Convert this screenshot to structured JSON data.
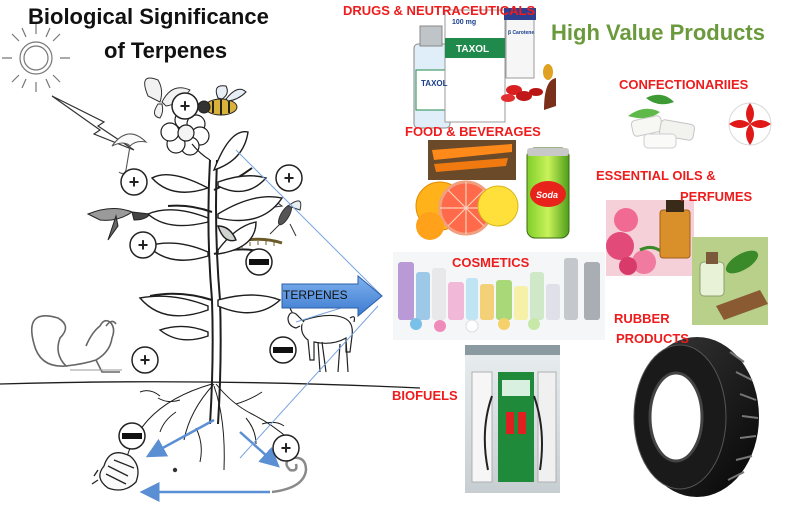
{
  "diagram": {
    "title_line1": "Biological Significance",
    "title_line2": "of Terpenes",
    "center_label": "TERPENES",
    "heading": "High Value Products",
    "products": {
      "drugs": "DRUGS & NEUTRACEUTICALS",
      "confectionaries": "CONFECTIONARIIES",
      "food": "FOOD & BEVERAGES",
      "essential_line1": "ESSENTIAL OILS &",
      "essential_line2": "PERFUMES",
      "cosmetics": "COSMETICS",
      "rubber_line1": "RUBBER",
      "rubber_line2": "PRODUCTS",
      "biofuels": "BIOFUELS"
    },
    "package_texts": {
      "taxol_a": "TAXOL",
      "taxol_b": "TAXOL",
      "dose": "100 mg",
      "carotene": "β Carotene",
      "soda": "Soda"
    },
    "interaction_signs": {
      "plus": "+",
      "minus": "−"
    },
    "colors": {
      "product_label": "#ee1c1c",
      "heading": "#6a9a3c",
      "arrow": "#5b8fd4"
    }
  }
}
